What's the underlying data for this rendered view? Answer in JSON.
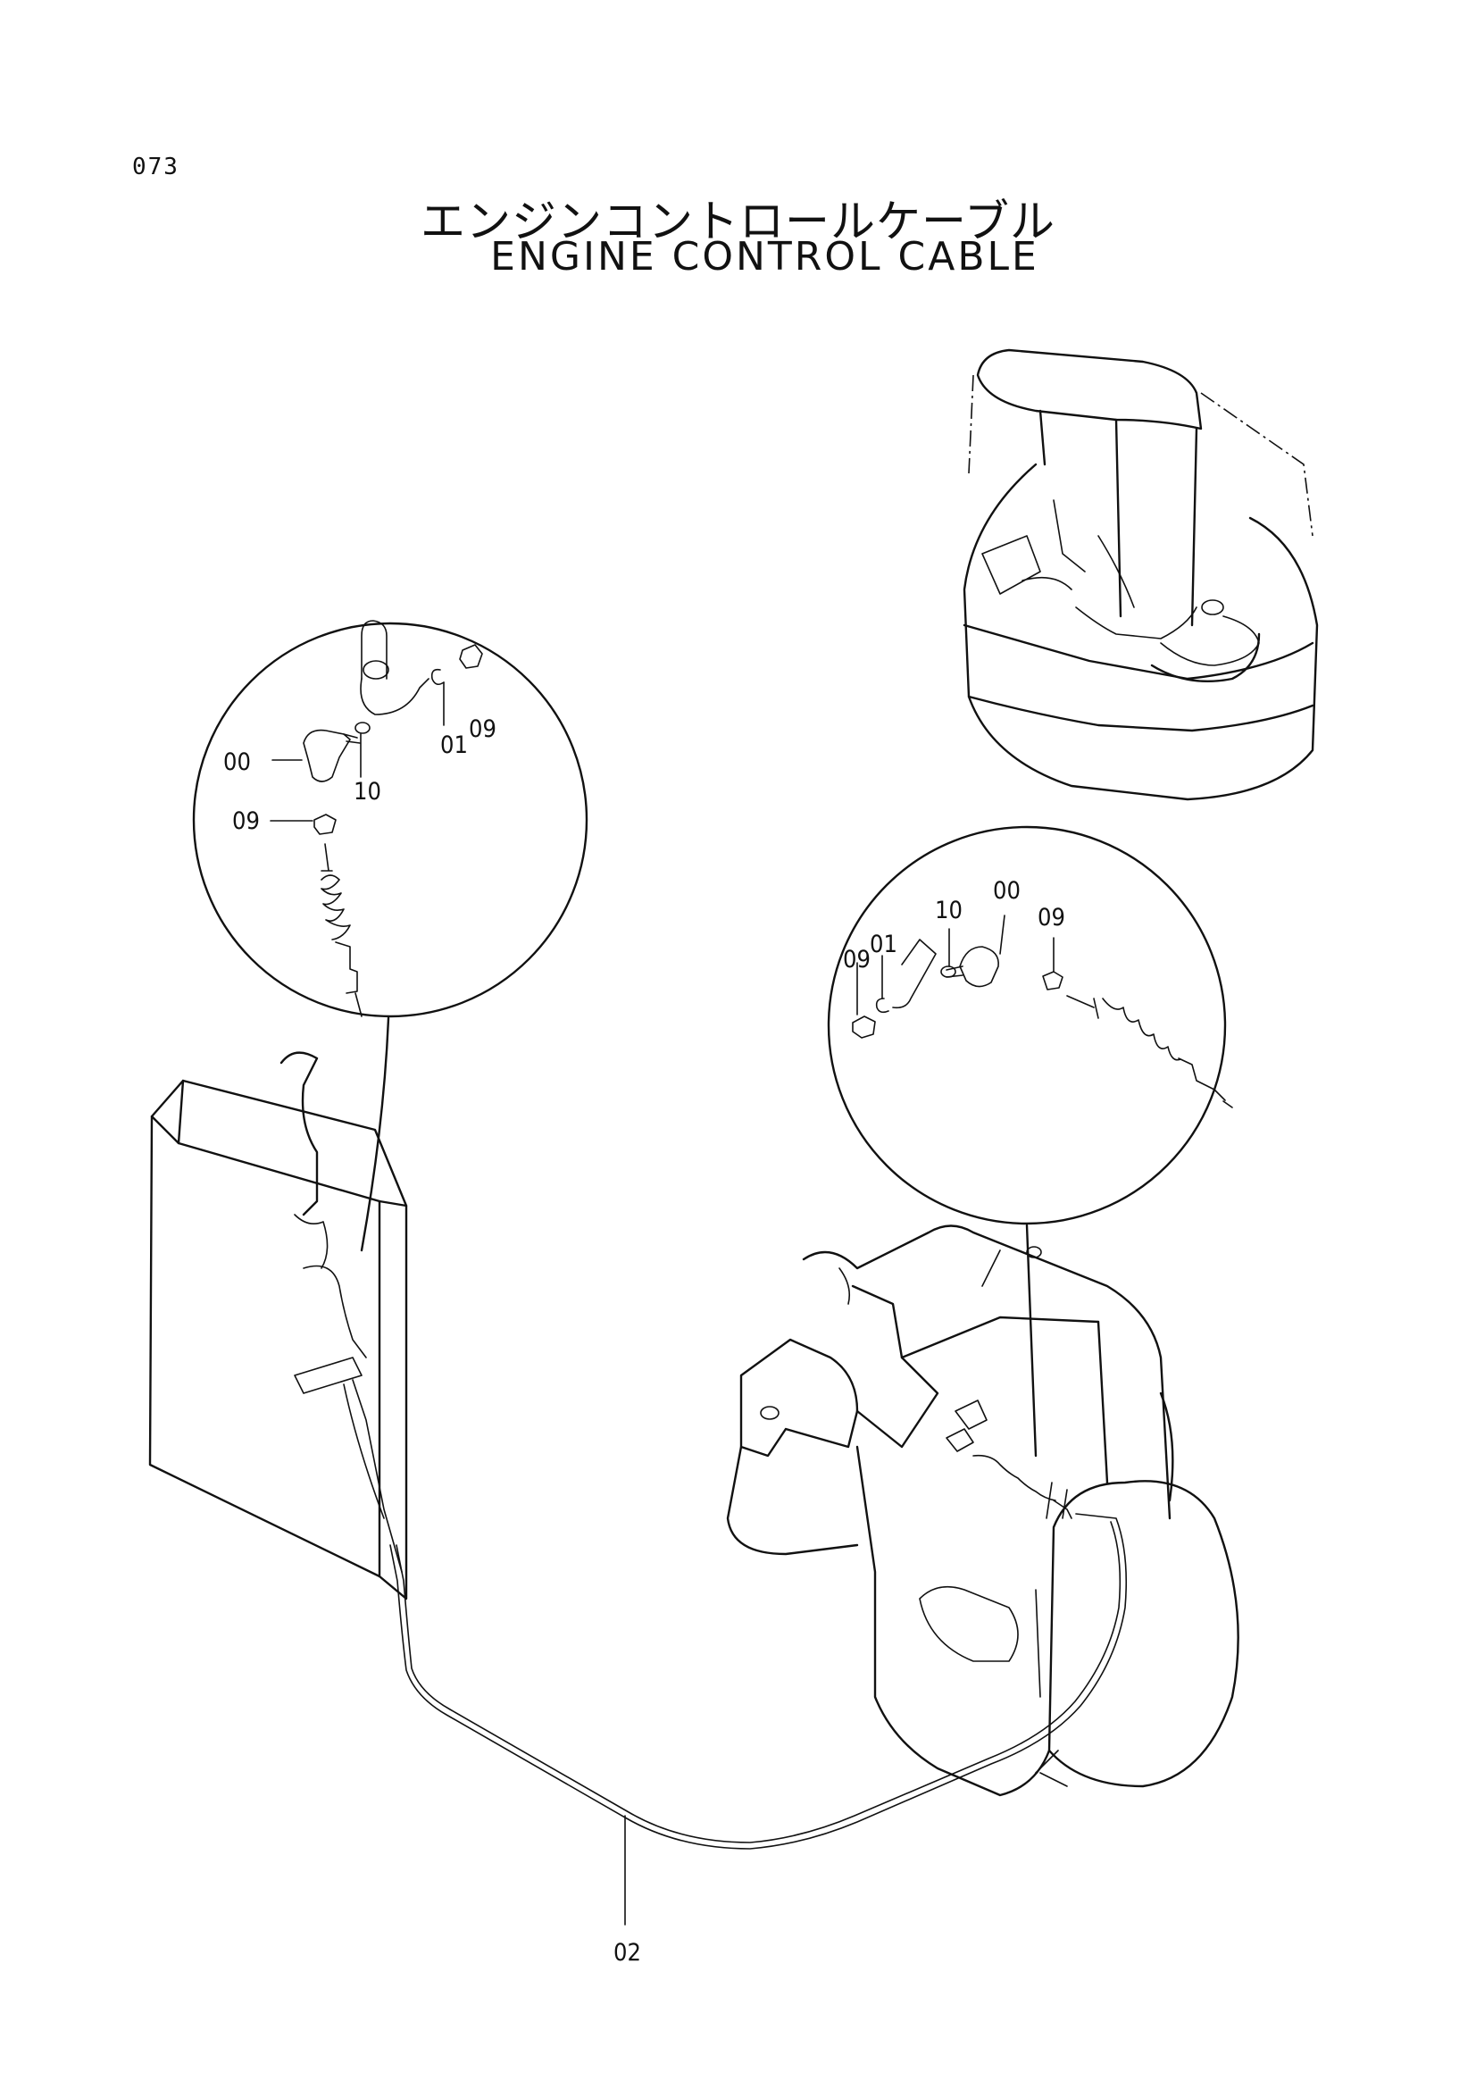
{
  "page_number": "073",
  "title_jp": "エンジンコントロールケーブル",
  "title_en": "ENGINE CONTROL CABLE",
  "callouts": {
    "left_00": "00",
    "left_10": "10",
    "left_01": "01",
    "left_09_top": "09",
    "left_09_mid": "09",
    "right_09_a": "09",
    "right_01": "01",
    "right_10": "10",
    "right_00": "00",
    "right_09_b": "09",
    "cable_02": "02"
  }
}
